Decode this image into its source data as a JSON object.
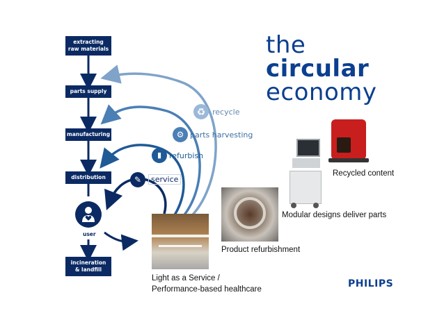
{
  "title": {
    "line1": "the",
    "line2": "circular",
    "line3": "economy"
  },
  "flow": {
    "steps": [
      {
        "line1": "extracting",
        "line2": "raw materials"
      },
      {
        "line1": "parts supply",
        "line2": ""
      },
      {
        "line1": "manufacturing",
        "line2": ""
      },
      {
        "line1": "distribution",
        "line2": ""
      },
      {
        "line1": "incineration",
        "line2": "& landfill"
      }
    ],
    "user_label": "user"
  },
  "loops": {
    "recycle": "recycle",
    "parts_harvesting": "parts harvesting",
    "refurbish": "refurbish",
    "service": "service"
  },
  "captions": {
    "recycled_content": "Recycled content",
    "modular_designs": "Modular designs deliver parts",
    "product_refurbishment": "Product refurbishment",
    "light_service_line1": "Light as a Service /",
    "light_service_line2": "Performance-based healthcare"
  },
  "brand": "PHILIPS",
  "colors": {
    "navy": "#0b2a63",
    "brand_blue": "#0b3f8f",
    "recycle_arrow": "#7fa3c9",
    "harvest_arrow": "#4b7fb5",
    "refurbish_arrow": "#1f5a96",
    "service_arrow": "#0b2a63"
  },
  "icons": [
    "recycle-icon",
    "parts-harvesting-icon",
    "refurbish-icon",
    "service-wrench-icon",
    "user-heart-icon"
  ]
}
